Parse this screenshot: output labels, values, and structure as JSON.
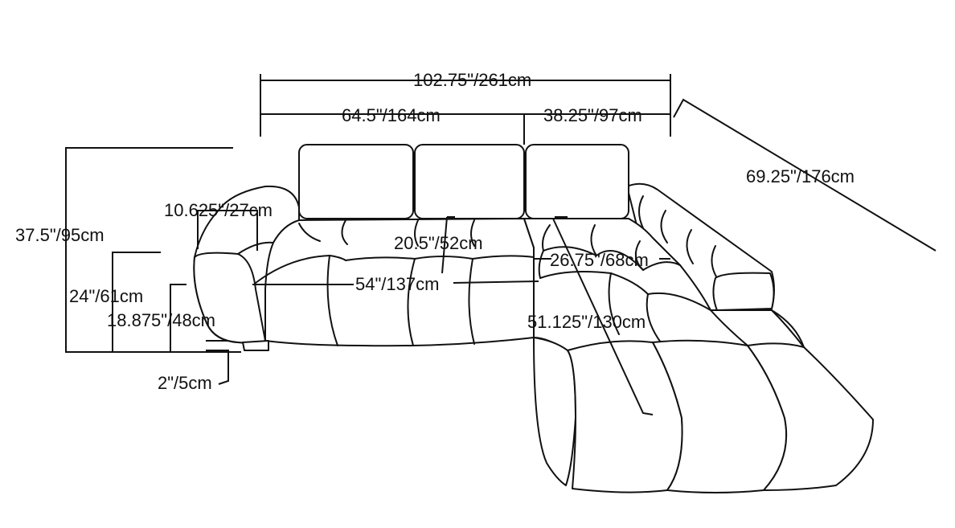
{
  "dimensions": {
    "overall_width": "102.75\"/261cm",
    "main_width": "64.5\"/164cm",
    "chaise_width": "38.25\"/97cm",
    "chaise_length": "69.25\"/176cm",
    "total_height": "37.5\"/95cm",
    "arm_height": "24\"/61cm",
    "seat_height": "18.875\"/48cm",
    "leg_height": "2\"/5cm",
    "arm_width": "10.625\"/27cm",
    "seat_depth": "20.5\"/52cm",
    "chaise_seat_width": "26.75\"/68cm",
    "seat_width": "54\"/137cm",
    "chaise_seat_length": "51.125\"/130cm"
  }
}
